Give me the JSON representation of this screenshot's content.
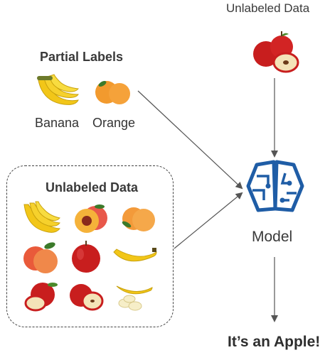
{
  "top_right": {
    "title": "Unlabeled Data"
  },
  "partial_labels": {
    "title": "Partial Labels",
    "items": [
      {
        "label": "Banana",
        "icon": "banana-bunch-icon"
      },
      {
        "label": "Orange",
        "icon": "orange-icon"
      }
    ]
  },
  "unlabeled_box": {
    "title": "Unlabeled Data",
    "grid": [
      [
        "banana-bunch-icon",
        "peach-half-icon",
        "peach-pair-icon"
      ],
      [
        "peach-pair-icon",
        "apple-icon",
        "single-banana-icon"
      ],
      [
        "apple-cut-icon",
        "apple-pair-cut-icon",
        "banana-pieces-icon"
      ]
    ]
  },
  "model": {
    "label": "Model",
    "icon": "brain-circuit-icon",
    "color": "#1f5da6"
  },
  "result": {
    "text": "It’s an Apple!"
  },
  "colors": {
    "arrow": "#555555",
    "apple": "#c81e1e",
    "banana": "#f2c618",
    "orange": "#f29a2e"
  }
}
